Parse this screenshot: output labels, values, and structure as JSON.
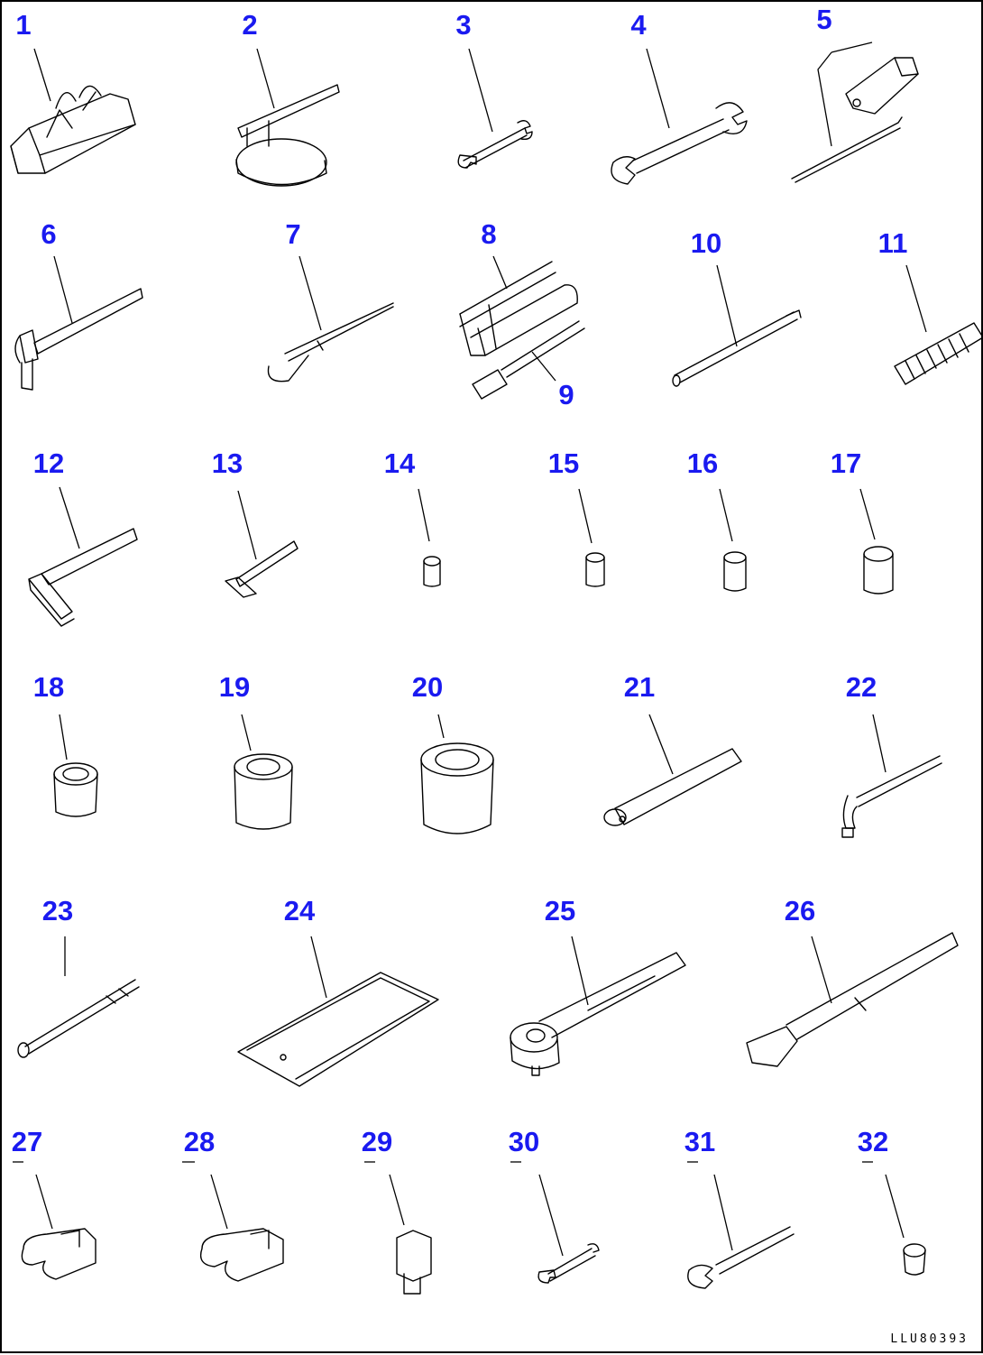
{
  "diagram": {
    "callouts": [
      "1",
      "2",
      "3",
      "4",
      "5",
      "6",
      "7",
      "8",
      "9",
      "10",
      "11",
      "12",
      "13",
      "14",
      "15",
      "16",
      "17",
      "18",
      "19",
      "20",
      "21",
      "22",
      "23",
      "24",
      "25",
      "26",
      "27",
      "28",
      "29",
      "30",
      "31",
      "32"
    ],
    "drawing_code": "LLU80393",
    "label_color": "#1a1af0"
  }
}
